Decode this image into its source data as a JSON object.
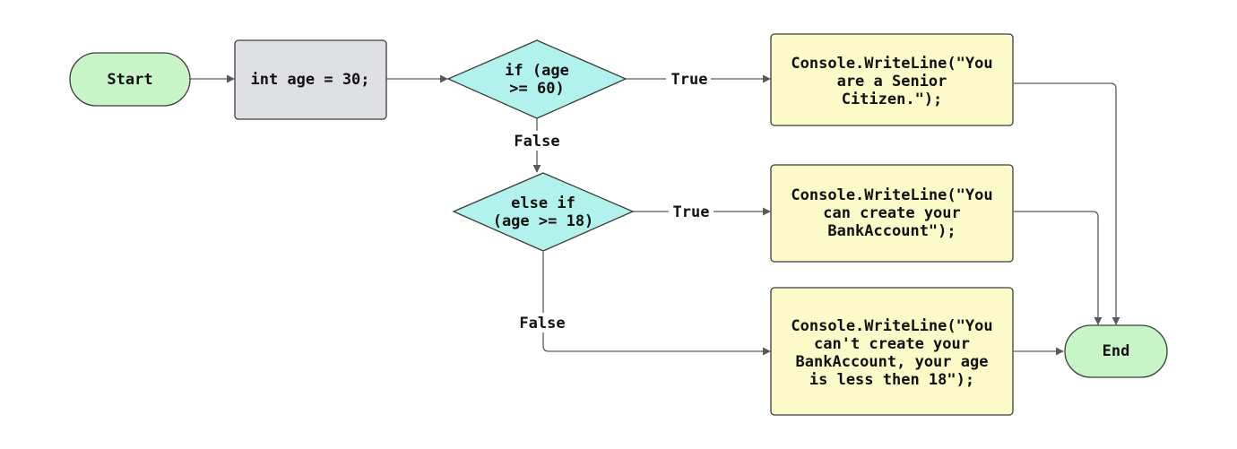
{
  "colors": {
    "terminal_fill": "#c8f5c8",
    "process_fill": "#dfe0e4",
    "decision_fill": "#b2f2ec",
    "output_fill": "#fbfac8",
    "stroke": "#3c3c3c",
    "edge": "#5a5a5a"
  },
  "nodes": {
    "start": "Start",
    "declare": "int age = 30;",
    "decision1": [
      "if (age",
      ">= 60)"
    ],
    "decision2": [
      "else if",
      "(age >= 18)"
    ],
    "output1": [
      "Console.WriteLine(\"You",
      "are a Senior",
      "Citizen.\");"
    ],
    "output2": [
      "Console.WriteLine(\"You",
      "can create your",
      "BankAccount\");"
    ],
    "output3": [
      "Console.WriteLine(\"You",
      "can't create your",
      "BankAccount, your age",
      "is less then 18\");"
    ],
    "end": "End"
  },
  "edges": {
    "d1_true": "True",
    "d1_false": "False",
    "d2_true": "True",
    "d2_false": "False"
  }
}
